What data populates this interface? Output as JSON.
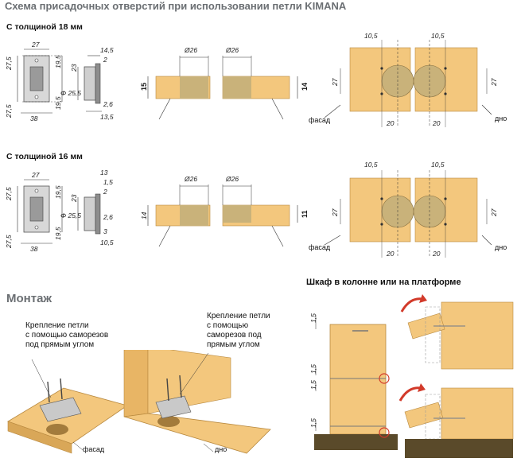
{
  "title": "Схема присадочных отверстий при использовании петли KIMANA",
  "section18": {
    "label": "С толщиной 18 мм",
    "plate": {
      "top_h": "27,5",
      "bot_h": "27,5",
      "top_w": "27",
      "bot_w": "38",
      "mid_top": "19,5",
      "mid_bot": "19,5"
    },
    "side": {
      "d1": "23",
      "d2": "14,5",
      "d3": "2",
      "d4": "2,6",
      "d5": "13,5",
      "phi": "Φ 25,5"
    },
    "section": {
      "left_h": "15",
      "right_h": "14",
      "d_left": "Ø26",
      "d_right": "Ø26"
    },
    "top": {
      "off_l": "10,5",
      "off_r": "10,5",
      "h_l": "27",
      "h_r": "27",
      "w_l": "20",
      "w_r": "20",
      "facade": "фасад",
      "bottom": "дно"
    }
  },
  "section16": {
    "label": "С толщиной 16 мм",
    "plate": {
      "top_h": "27,5",
      "bot_h": "27,5",
      "top_w": "27",
      "bot_w": "38",
      "mid_top": "19,5",
      "mid_bot": "19,5"
    },
    "side": {
      "d1": "23",
      "d2": "13",
      "d3": "1,5",
      "d4": "2",
      "d5": "2,6",
      "d6": "3",
      "d7": "10,5",
      "phi": "Φ 25,5"
    },
    "section": {
      "left_h": "14",
      "right_h": "11",
      "d_left": "Ø26",
      "d_right": "Ø26"
    },
    "top": {
      "off_l": "10,5",
      "off_r": "10,5",
      "h_l": "27",
      "h_r": "27",
      "w_l": "20",
      "w_r": "20",
      "facade": "фасад",
      "bottom": "дно"
    }
  },
  "montage": {
    "heading": "Монтаж",
    "note1": [
      "Крепление петли",
      "с помощью саморезов",
      "под прямым углом"
    ],
    "note2": [
      "Крепление петли",
      "с помощью",
      "саморезов под",
      "прямым углом"
    ],
    "label_facade": "фасад",
    "label_bottom": "дно"
  },
  "cabinet": {
    "heading": "Шкаф в колонне или на платформе",
    "dims": [
      "1,5",
      "1,5",
      "1,5",
      "1,5"
    ]
  },
  "colors": {
    "wood": "#f3c77d",
    "wood_edge": "#b8893f",
    "metal": "#c9c9c9",
    "dark": "#5a4a2a",
    "red": "#d23a2a"
  }
}
